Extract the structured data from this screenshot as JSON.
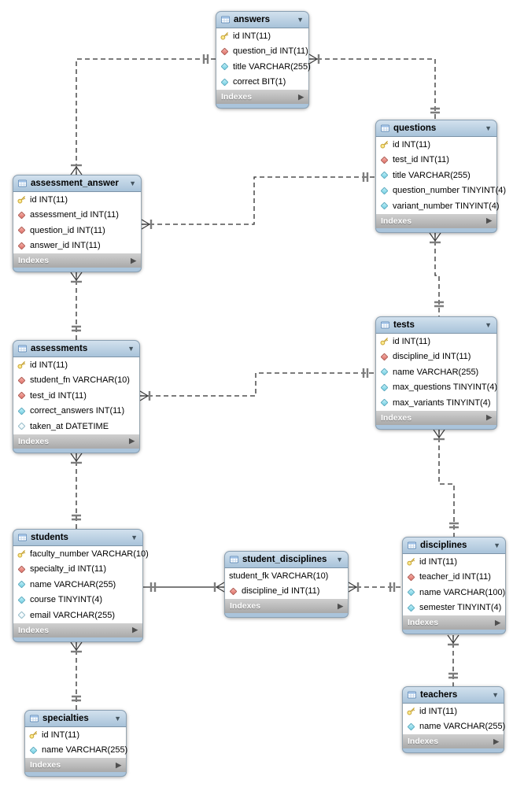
{
  "diagram": {
    "footer_label": "Indexes",
    "collapse_icon": "▼",
    "expand_icon": "▶",
    "colors": {
      "header_blue": "#aac4db",
      "header_blue_light": "#d2e1ee",
      "footer_gray": "#b5b5b5",
      "key_yellow": "#fce98c",
      "fk_red": "#e06c64",
      "attr_cyan": "#6fd0e4",
      "line": "#2e2e2e",
      "marker_gray": "#7d7d7d"
    },
    "tables": [
      {
        "name": "answers",
        "columns": [
          {
            "icon": "key",
            "text": "id INT(11)"
          },
          {
            "icon": "fk",
            "text": "question_id INT(11)"
          },
          {
            "icon": "attr",
            "text": "title VARCHAR(255)"
          },
          {
            "icon": "attr",
            "text": "correct BIT(1)"
          }
        ]
      },
      {
        "name": "questions",
        "columns": [
          {
            "icon": "key",
            "text": "id INT(11)"
          },
          {
            "icon": "fk",
            "text": "test_id INT(11)"
          },
          {
            "icon": "attr",
            "text": "title VARCHAR(255)"
          },
          {
            "icon": "attr",
            "text": "question_number TINYINT(4)"
          },
          {
            "icon": "attr",
            "text": "variant_number TINYINT(4)"
          }
        ]
      },
      {
        "name": "assessment_answer",
        "columns": [
          {
            "icon": "key",
            "text": "id INT(11)"
          },
          {
            "icon": "fk",
            "text": "assessment_id INT(11)"
          },
          {
            "icon": "fk",
            "text": "question_id INT(11)"
          },
          {
            "icon": "fk",
            "text": "answer_id INT(11)"
          }
        ]
      },
      {
        "name": "tests",
        "columns": [
          {
            "icon": "key",
            "text": "id INT(11)"
          },
          {
            "icon": "fk",
            "text": "discipline_id INT(11)"
          },
          {
            "icon": "attr",
            "text": "name VARCHAR(255)"
          },
          {
            "icon": "attr",
            "text": "max_questions TINYINT(4)"
          },
          {
            "icon": "attr",
            "text": "max_variants TINYINT(4)"
          }
        ]
      },
      {
        "name": "assessments",
        "columns": [
          {
            "icon": "key",
            "text": "id INT(11)"
          },
          {
            "icon": "fk",
            "text": "student_fn VARCHAR(10)"
          },
          {
            "icon": "fk",
            "text": "test_id INT(11)"
          },
          {
            "icon": "attr",
            "text": "correct_answers INT(11)"
          },
          {
            "icon": "open",
            "text": "taken_at DATETIME"
          }
        ]
      },
      {
        "name": "students",
        "columns": [
          {
            "icon": "key",
            "text": "faculty_number VARCHAR(10)"
          },
          {
            "icon": "fk",
            "text": "specialty_id INT(11)"
          },
          {
            "icon": "attr",
            "text": "name VARCHAR(255)"
          },
          {
            "icon": "attr",
            "text": "course TINYINT(4)"
          },
          {
            "icon": "open",
            "text": "email VARCHAR(255)"
          }
        ]
      },
      {
        "name": "student_disciplines",
        "columns": [
          {
            "icon": "none",
            "text": "student_fk VARCHAR(10)"
          },
          {
            "icon": "fk",
            "text": "discipline_id INT(11)"
          }
        ]
      },
      {
        "name": "disciplines",
        "columns": [
          {
            "icon": "key",
            "text": "id INT(11)"
          },
          {
            "icon": "fk",
            "text": "teacher_id INT(11)"
          },
          {
            "icon": "attr",
            "text": "name VARCHAR(100)"
          },
          {
            "icon": "attr",
            "text": "semester TINYINT(4)"
          }
        ]
      },
      {
        "name": "teachers",
        "columns": [
          {
            "icon": "key",
            "text": "id INT(11)"
          },
          {
            "icon": "attr",
            "text": "name VARCHAR(255)"
          }
        ]
      },
      {
        "name": "specialties",
        "columns": [
          {
            "icon": "key",
            "text": "id INT(11)"
          },
          {
            "icon": "attr",
            "text": "name VARCHAR(255)"
          }
        ]
      }
    ],
    "relationships": [
      {
        "one": "answers",
        "many": "assessment_answer",
        "identifying": false
      },
      {
        "one": "questions",
        "many": "answers",
        "identifying": false
      },
      {
        "one": "questions",
        "many": "assessment_answer",
        "identifying": false
      },
      {
        "one": "tests",
        "many": "questions",
        "identifying": false
      },
      {
        "one": "tests",
        "many": "assessments",
        "identifying": false
      },
      {
        "one": "assessments",
        "many": "assessment_answer",
        "identifying": false
      },
      {
        "one": "students",
        "many": "assessments",
        "identifying": false
      },
      {
        "one": "specialties",
        "many": "students",
        "identifying": false
      },
      {
        "one": "students",
        "many": "student_disciplines",
        "identifying": true
      },
      {
        "one": "disciplines",
        "many": "student_disciplines",
        "identifying": false
      },
      {
        "one": "disciplines",
        "many": "tests",
        "identifying": false
      },
      {
        "one": "teachers",
        "many": "disciplines",
        "identifying": false
      }
    ]
  }
}
